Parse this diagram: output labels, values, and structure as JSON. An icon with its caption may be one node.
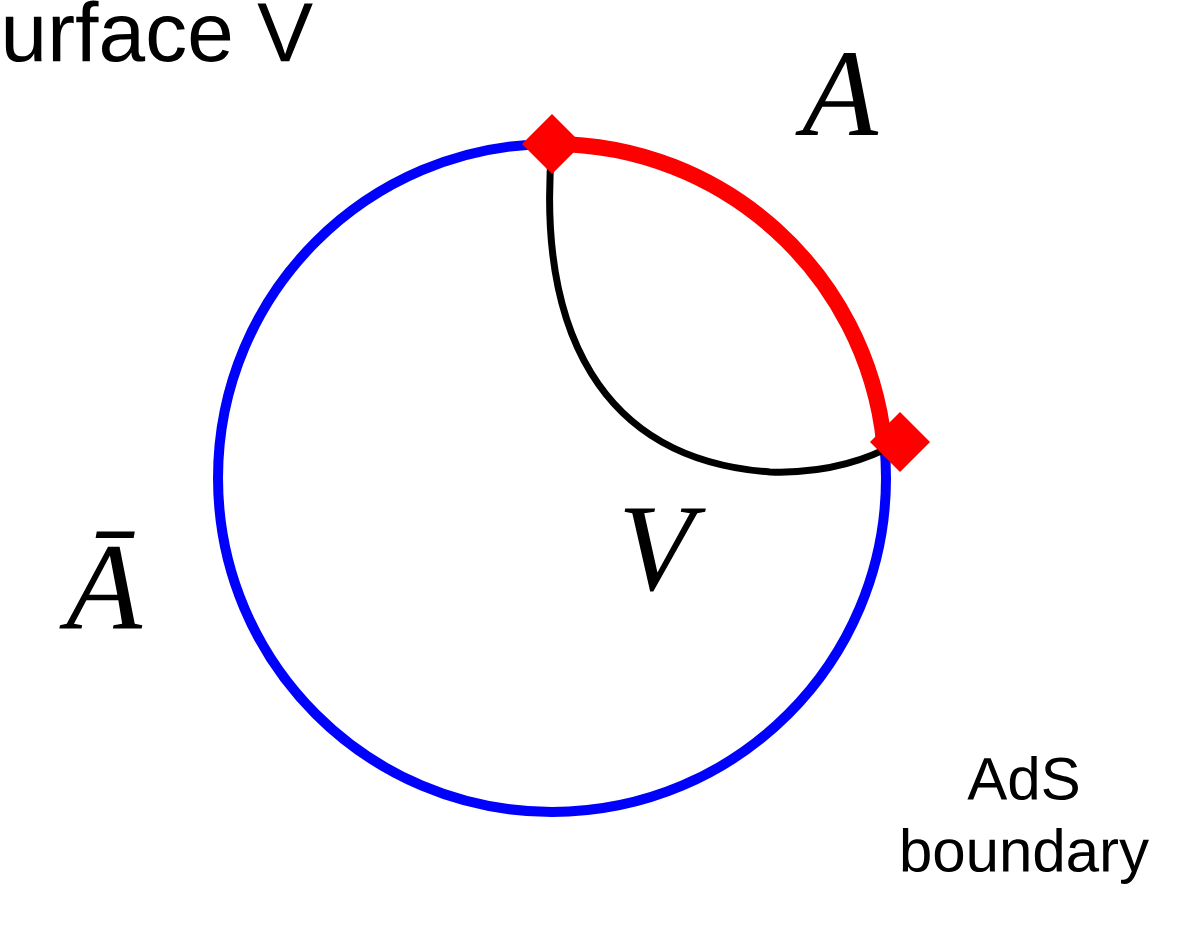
{
  "diagram": {
    "labels": [
      "urface V",
      "A",
      "Ā",
      "V",
      "AdS boundary"
    ]
  }
}
